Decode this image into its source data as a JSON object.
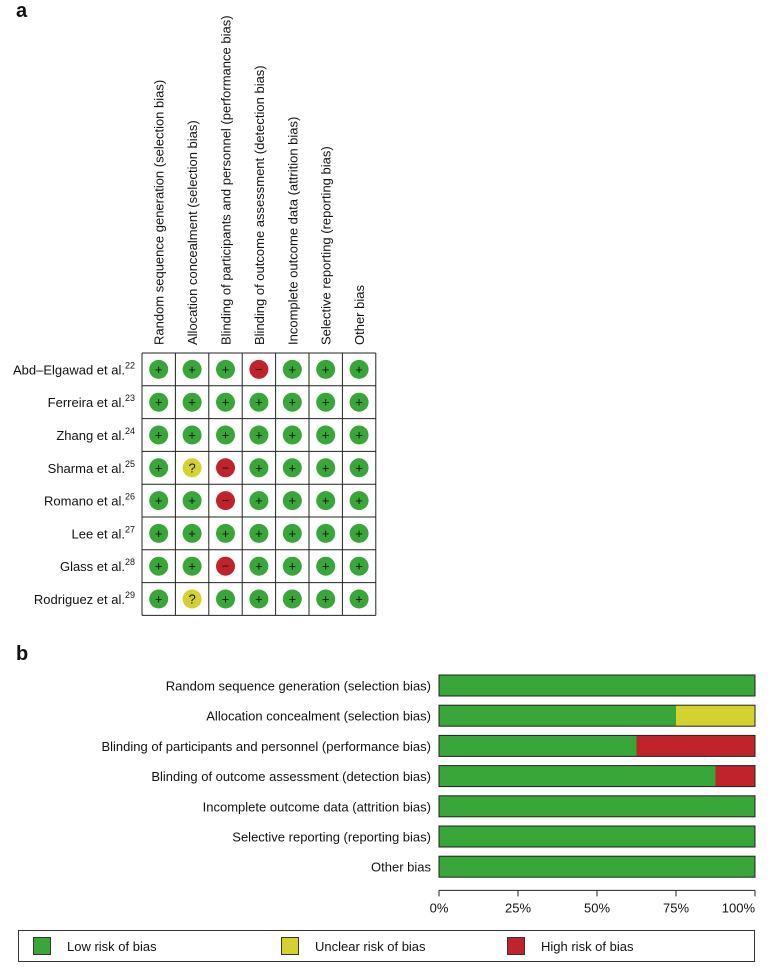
{
  "panels": {
    "a": "a",
    "b": "b"
  },
  "colors": {
    "low": "#38a638",
    "unclear": "#d4d22e",
    "high": "#c0232b"
  },
  "symbols": {
    "low": "+",
    "unclear": "?",
    "high": "−"
  },
  "chart_data": [
    {
      "type": "table",
      "domains": [
        "Random sequence generation (selection bias)",
        "Allocation concealment (selection bias)",
        "Blinding of participants and personnel (performance bias)",
        "Blinding of outcome assessment (detection bias)",
        "Incomplete outcome data (attrition bias)",
        "Selective reporting (reporting bias)",
        "Other bias"
      ],
      "studies": [
        {
          "name": "Abd–Elgawad et al.",
          "ref": "22",
          "ratings": [
            "low",
            "low",
            "low",
            "high",
            "low",
            "low",
            "low"
          ]
        },
        {
          "name": "Ferreira et al.",
          "ref": "23",
          "ratings": [
            "low",
            "low",
            "low",
            "low",
            "low",
            "low",
            "low"
          ]
        },
        {
          "name": "Zhang et al.",
          "ref": "24",
          "ratings": [
            "low",
            "low",
            "low",
            "low",
            "low",
            "low",
            "low"
          ]
        },
        {
          "name": "Sharma et al.",
          "ref": "25",
          "ratings": [
            "low",
            "unclear",
            "high",
            "low",
            "low",
            "low",
            "low"
          ]
        },
        {
          "name": "Romano et al.",
          "ref": "26",
          "ratings": [
            "low",
            "low",
            "high",
            "low",
            "low",
            "low",
            "low"
          ]
        },
        {
          "name": "Lee et al.",
          "ref": "27",
          "ratings": [
            "low",
            "low",
            "low",
            "low",
            "low",
            "low",
            "low"
          ]
        },
        {
          "name": "Glass et al.",
          "ref": "28",
          "ratings": [
            "low",
            "low",
            "high",
            "low",
            "low",
            "low",
            "low"
          ]
        },
        {
          "name": "Rodriguez et al.",
          "ref": "29",
          "ratings": [
            "low",
            "unclear",
            "low",
            "low",
            "low",
            "low",
            "low"
          ]
        }
      ]
    },
    {
      "type": "bar",
      "orientation": "horizontal",
      "stacked": true,
      "categories": [
        "Random sequence generation (selection bias)",
        "Allocation concealment (selection bias)",
        "Blinding of participants and personnel (performance bias)",
        "Blinding of outcome assessment (detection bias)",
        "Incomplete outcome data (attrition bias)",
        "Selective reporting (reporting bias)",
        "Other bias"
      ],
      "series": [
        {
          "name": "Low risk of bias",
          "key": "low",
          "values": [
            100,
            75,
            62.5,
            87.5,
            100,
            100,
            100
          ]
        },
        {
          "name": "Unclear risk of bias",
          "key": "unclear",
          "values": [
            0,
            25,
            0,
            0,
            0,
            0,
            0
          ]
        },
        {
          "name": "High risk of bias",
          "key": "high",
          "values": [
            0,
            0,
            37.5,
            12.5,
            0,
            0,
            0
          ]
        }
      ],
      "xlim": [
        0,
        100
      ],
      "xticks": [
        0,
        25,
        50,
        75,
        100
      ],
      "xtick_labels": [
        "0%",
        "25%",
        "50%",
        "75%",
        "100%"
      ],
      "legend": "bottom"
    }
  ]
}
